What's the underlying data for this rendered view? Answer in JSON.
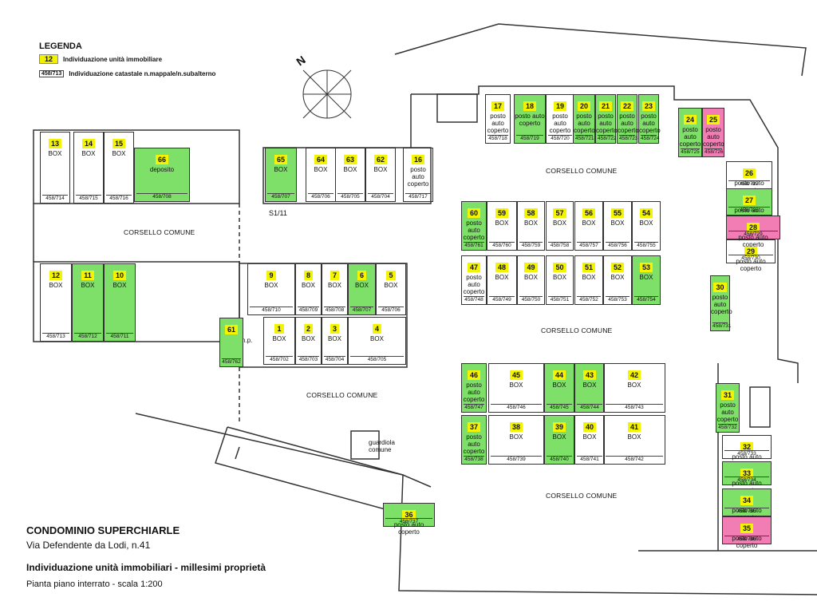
{
  "legend": {
    "title": "LEGENDA",
    "unit_sample": "12",
    "unit_desc": "Individuazione unità immobiliare",
    "cadastral_sample": "458/713",
    "cadastral_desc": "Individuazione catastale n.mappale/n.subalterno"
  },
  "compass": {
    "north": "N"
  },
  "title_block": {
    "name": "CONDOMINIO SUPERCHIARLE",
    "address": "Via Defendente da Lodi, n.41",
    "subtitle": "Individuazione unità immobiliari - millesimi proprietà",
    "scale": "Pianta piano interrato - scala 1:200"
  },
  "corridors": [
    "CORSELLO COMUNE",
    "CORSELLO COMUNE",
    "CORSELLO COMUNE",
    "CORSELLO COMUNE",
    "CORSELLO COMUNE"
  ],
  "notes": {
    "guardiola": "guardiola comune",
    "np": "n.p.",
    "stair_mark": "S1/11"
  },
  "colors": {
    "green": "#7ee068",
    "pink": "#f27db4",
    "label": "#f4f400"
  },
  "units": [
    {
      "num": "13",
      "label": "BOX",
      "code": "458/714",
      "color": "white"
    },
    {
      "num": "14",
      "label": "BOX",
      "code": "458/715",
      "color": "white"
    },
    {
      "num": "15",
      "label": "BOX",
      "code": "458/716",
      "color": "white"
    },
    {
      "num": "66",
      "label": "deposito",
      "code": "458/708",
      "color": "green"
    },
    {
      "num": "65",
      "label": "BOX",
      "code": "458/707",
      "color": "green"
    },
    {
      "num": "64",
      "label": "BOX",
      "code": "458/706",
      "color": "white"
    },
    {
      "num": "63",
      "label": "BOX",
      "code": "458/705",
      "color": "white"
    },
    {
      "num": "62",
      "label": "BOX",
      "code": "458/704",
      "color": "white"
    },
    {
      "num": "16",
      "label": "posto auto coperto",
      "code": "458/717",
      "color": "white"
    },
    {
      "num": "17",
      "label": "posto auto coperto",
      "code": "458/718",
      "color": "white"
    },
    {
      "num": "18",
      "label": "posto auto coperto",
      "code": "458/719",
      "color": "green"
    },
    {
      "num": "19",
      "label": "posto auto coperto",
      "code": "458/720",
      "color": "white"
    },
    {
      "num": "20",
      "label": "posto auto coperto",
      "code": "458/721",
      "color": "green"
    },
    {
      "num": "21",
      "label": "posto auto coperto",
      "code": "458/722",
      "color": "green"
    },
    {
      "num": "22",
      "label": "posto auto coperto",
      "code": "458/723",
      "color": "green"
    },
    {
      "num": "23",
      "label": "posto auto coperto",
      "code": "458/724",
      "color": "green"
    },
    {
      "num": "24",
      "label": "posto auto coperto",
      "code": "458/725",
      "color": "green"
    },
    {
      "num": "25",
      "label": "posto auto coperto",
      "code": "458/726",
      "color": "pink"
    },
    {
      "num": "26",
      "label": "posto auto coperto",
      "code": "458/727",
      "color": "white"
    },
    {
      "num": "27",
      "label": "posto auto coperto",
      "code": "458/728",
      "color": "green"
    },
    {
      "num": "28",
      "label": "posto auto coperto",
      "code": "458/729",
      "color": "pink"
    },
    {
      "num": "29",
      "label": "posto auto coperto",
      "code": "458/730",
      "color": "white"
    },
    {
      "num": "30",
      "label": "posto auto coperto",
      "code": "458/731",
      "color": "green"
    },
    {
      "num": "31",
      "label": "posto auto coperto",
      "code": "458/732",
      "color": "green"
    },
    {
      "num": "32",
      "label": "posto auto coperto",
      "code": "458/733",
      "color": "white"
    },
    {
      "num": "33",
      "label": "posto auto coperto",
      "code": "458/734",
      "color": "green"
    },
    {
      "num": "34",
      "label": "posto auto coperto",
      "code": "458/735",
      "color": "green"
    },
    {
      "num": "35",
      "label": "posto auto coperto",
      "code": "458/736",
      "color": "pink"
    },
    {
      "num": "36",
      "label": "posto auto coperto",
      "code": "458/737",
      "color": "green"
    },
    {
      "num": "12",
      "label": "BOX",
      "code": "458/713",
      "color": "white"
    },
    {
      "num": "11",
      "label": "BOX",
      "code": "458/712",
      "color": "green"
    },
    {
      "num": "10",
      "label": "BOX",
      "code": "458/711",
      "color": "green"
    },
    {
      "num": "9",
      "label": "BOX",
      "code": "458/710",
      "color": "white"
    },
    {
      "num": "8",
      "label": "BOX",
      "code": "458/709",
      "color": "white"
    },
    {
      "num": "7",
      "label": "BOX",
      "code": "458/708",
      "color": "white"
    },
    {
      "num": "6",
      "label": "BOX",
      "code": "458/707",
      "color": "green"
    },
    {
      "num": "5",
      "label": "BOX",
      "code": "458/706",
      "color": "white"
    },
    {
      "num": "1",
      "label": "BOX",
      "code": "458/702",
      "color": "white"
    },
    {
      "num": "2",
      "label": "BOX",
      "code": "458/703",
      "color": "white"
    },
    {
      "num": "3",
      "label": "BOX",
      "code": "458/704",
      "color": "white"
    },
    {
      "num": "4",
      "label": "BOX",
      "code": "458/705",
      "color": "white"
    },
    {
      "num": "61",
      "label": "",
      "code": "458/762",
      "color": "green"
    },
    {
      "num": "60",
      "label": "posto auto coperto",
      "code": "458/761",
      "color": "green"
    },
    {
      "num": "59",
      "label": "BOX",
      "code": "458/760",
      "color": "white"
    },
    {
      "num": "58",
      "label": "BOX",
      "code": "458/759",
      "color": "white"
    },
    {
      "num": "57",
      "label": "BOX",
      "code": "458/758",
      "color": "white"
    },
    {
      "num": "56",
      "label": "BOX",
      "code": "458/757",
      "color": "white"
    },
    {
      "num": "55",
      "label": "BOX",
      "code": "458/756",
      "color": "white"
    },
    {
      "num": "54",
      "label": "BOX",
      "code": "458/755",
      "color": "white"
    },
    {
      "num": "47",
      "label": "posto auto coperto",
      "code": "458/748",
      "color": "white"
    },
    {
      "num": "48",
      "label": "BOX",
      "code": "458/749",
      "color": "white"
    },
    {
      "num": "49",
      "label": "BOX",
      "code": "458/750",
      "color": "white"
    },
    {
      "num": "50",
      "label": "BOX",
      "code": "458/751",
      "color": "white"
    },
    {
      "num": "51",
      "label": "BOX",
      "code": "458/752",
      "color": "white"
    },
    {
      "num": "52",
      "label": "BOX",
      "code": "458/753",
      "color": "white"
    },
    {
      "num": "53",
      "label": "BOX",
      "code": "458/754",
      "color": "green"
    },
    {
      "num": "46",
      "label": "posto auto coperto",
      "code": "458/747",
      "color": "green"
    },
    {
      "num": "45",
      "label": "BOX",
      "code": "458/746",
      "color": "white"
    },
    {
      "num": "44",
      "label": "BOX",
      "code": "458/745",
      "color": "green"
    },
    {
      "num": "43",
      "label": "BOX",
      "code": "458/744",
      "color": "green"
    },
    {
      "num": "42",
      "label": "BOX",
      "code": "458/743",
      "color": "white"
    },
    {
      "num": "37",
      "label": "posto auto coperto",
      "code": "458/738",
      "color": "green"
    },
    {
      "num": "38",
      "label": "BOX",
      "code": "458/739",
      "color": "white"
    },
    {
      "num": "39",
      "label": "BOX",
      "code": "458/740",
      "color": "green"
    },
    {
      "num": "40",
      "label": "BOX",
      "code": "458/741",
      "color": "white"
    },
    {
      "num": "41",
      "label": "BOX",
      "code": "458/742",
      "color": "white"
    }
  ]
}
